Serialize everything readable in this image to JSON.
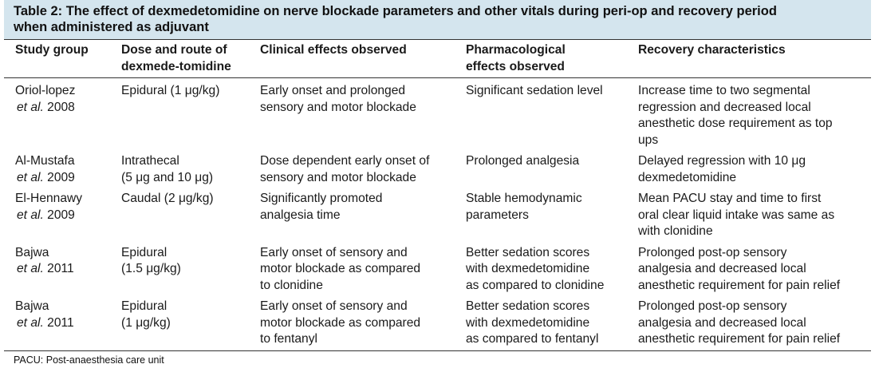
{
  "caption_line1": "Table 2: The effect of dexmedetomidine on nerve blockade parameters and other vitals during peri-op and recovery period",
  "caption_line2": "when administered as adjuvant",
  "headers": {
    "study_group": "Study group",
    "dose_route_1": "Dose and route of",
    "dose_route_2": "dexmede-tomidine",
    "clinical": "Clinical effects observed",
    "pharma_1": "Pharmacological",
    "pharma_2": "effects observed",
    "recovery": "Recovery characteristics"
  },
  "rows": [
    {
      "study_1": "Oriol-lopez",
      "etal": "et al.",
      "year": " 2008",
      "dose": [
        "Epidural (1 μg/kg)"
      ],
      "clinical": [
        "Early onset and prolonged",
        "sensory and motor blockade"
      ],
      "pharma": [
        "Significant sedation level"
      ],
      "recovery": [
        "Increase time to two segmental",
        "regression and decreased local",
        "anesthetic dose requirement as top",
        "ups"
      ]
    },
    {
      "study_1": "Al-Mustafa",
      "etal": "et al.",
      "year": " 2009",
      "dose": [
        "Intrathecal",
        "(5 μg and 10 μg)"
      ],
      "clinical": [
        "Dose dependent early onset of",
        "sensory and motor blockade"
      ],
      "pharma": [
        "Prolonged analgesia"
      ],
      "recovery": [
        "Delayed regression with 10 μg",
        "dexmedetomidine"
      ]
    },
    {
      "study_1": "El-Hennawy",
      "etal": "et al.",
      "year": " 2009",
      "dose": [
        "Caudal (2 μg/kg)"
      ],
      "clinical": [
        "Significantly promoted",
        "analgesia time"
      ],
      "pharma": [
        "Stable hemodynamic",
        "parameters"
      ],
      "recovery": [
        "Mean PACU stay and time to first",
        "oral clear liquid intake was same as",
        "with clonidine"
      ]
    },
    {
      "study_1": "Bajwa",
      "etal": "et al.",
      "year": " 2011",
      "dose": [
        "Epidural",
        "(1.5 μg/kg)"
      ],
      "clinical": [
        "Early onset of sensory and",
        "motor blockade as compared",
        "to clonidine"
      ],
      "pharma": [
        "Better sedation scores",
        "with dexmedetomidine",
        "as compared to clonidine"
      ],
      "recovery": [
        "Prolonged post-op sensory",
        "analgesia and decreased local",
        "anesthetic requirement for pain relief"
      ]
    },
    {
      "study_1": "Bajwa",
      "etal": "et al.",
      "year": " 2011",
      "dose": [
        "Epidural",
        "(1 μg/kg)"
      ],
      "clinical": [
        "Early onset of sensory and",
        "motor blockade as compared",
        "to fentanyl"
      ],
      "pharma": [
        "Better sedation scores",
        "with dexmedetomidine",
        "as compared to fentanyl"
      ],
      "recovery": [
        "Prolonged post-op sensory",
        "analgesia and decreased local",
        "anesthetic requirement for pain relief"
      ]
    }
  ],
  "footnote": "PACU: Post-anaesthesia care unit"
}
